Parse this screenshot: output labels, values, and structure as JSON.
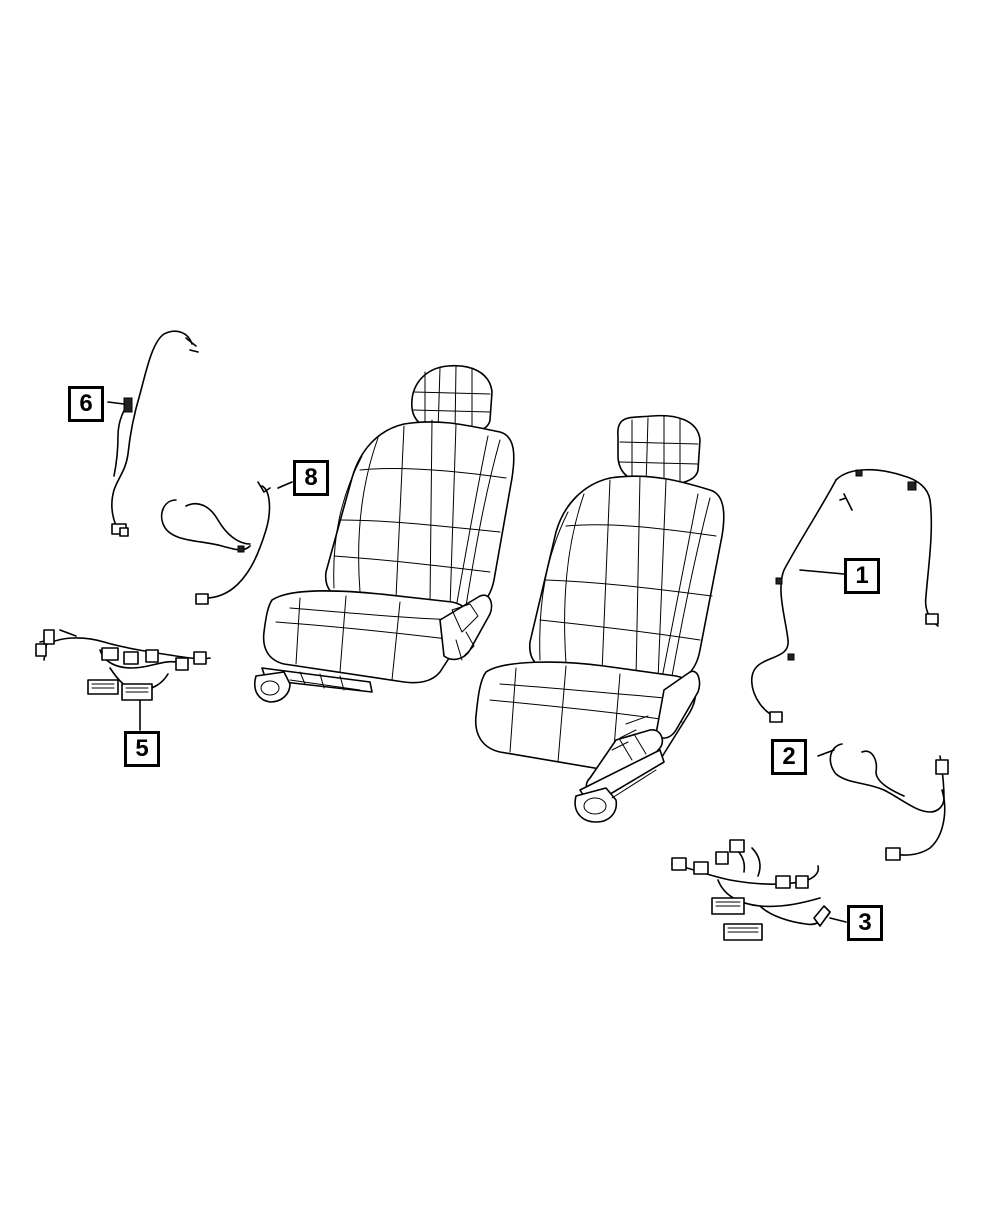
{
  "callouts": {
    "c1": "1",
    "c2": "2",
    "c3": "3",
    "c5": "5",
    "c6": "6",
    "c8": "8"
  },
  "colors": {
    "line": "#000000",
    "background": "#ffffff"
  }
}
